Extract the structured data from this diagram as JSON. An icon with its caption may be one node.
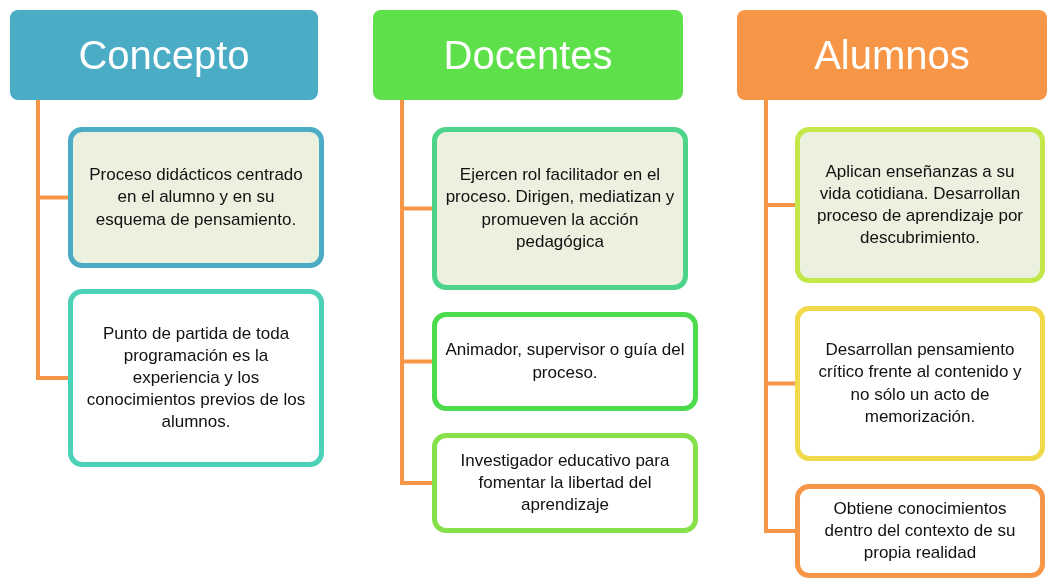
{
  "diagram": {
    "nodes": [
      {
        "text": [
          "Concepto"
        ]
      },
      {
        "text": [
          "Proceso didácticos centrado en el alumno y en su esquema de pensamiento."
        ]
      },
      {
        "text": [
          "Punto de partida de toda programación es la experiencia y los conocimientos previos de los alumnos."
        ]
      },
      {
        "text": [
          "Docentes"
        ]
      },
      {
        "text": [
          "Ejercen rol facilitador en el proceso. Dirigen, mediatizan y promueven la acción pedagógica"
        ]
      },
      {
        "text": [
          "Animador, supervisor o guía del proceso."
        ]
      },
      {
        "text": [
          "Investigador educativo para fomentar la libertad del aprendizaje"
        ]
      },
      {
        "text": [
          "Alumnos"
        ]
      },
      {
        "text": [
          "Aplican enseñanzas a su vida cotidiana. Desarrollan proceso de aprendizaje por descubrimiento."
        ]
      },
      {
        "text": [
          "Desarrollan pensamiento crítico frente al contenido y no sólo un acto de memorización."
        ]
      },
      {
        "text": [
          "Obtiene conocimientos dentro del contexto de su propia realidad"
        ]
      }
    ],
    "edges": [
      {
        "from": 0,
        "to": 1,
        "arrow": "none"
      },
      {
        "from": 0,
        "to": 2,
        "arrow": "none"
      },
      {
        "from": 3,
        "to": 4,
        "arrow": "none"
      },
      {
        "from": 3,
        "to": 5,
        "arrow": "none"
      },
      {
        "from": 3,
        "to": 6,
        "arrow": "none"
      },
      {
        "from": 7,
        "to": 8,
        "arrow": "none"
      },
      {
        "from": 7,
        "to": 9,
        "arrow": "none"
      },
      {
        "from": 7,
        "to": 10,
        "arrow": "none"
      }
    ]
  }
}
